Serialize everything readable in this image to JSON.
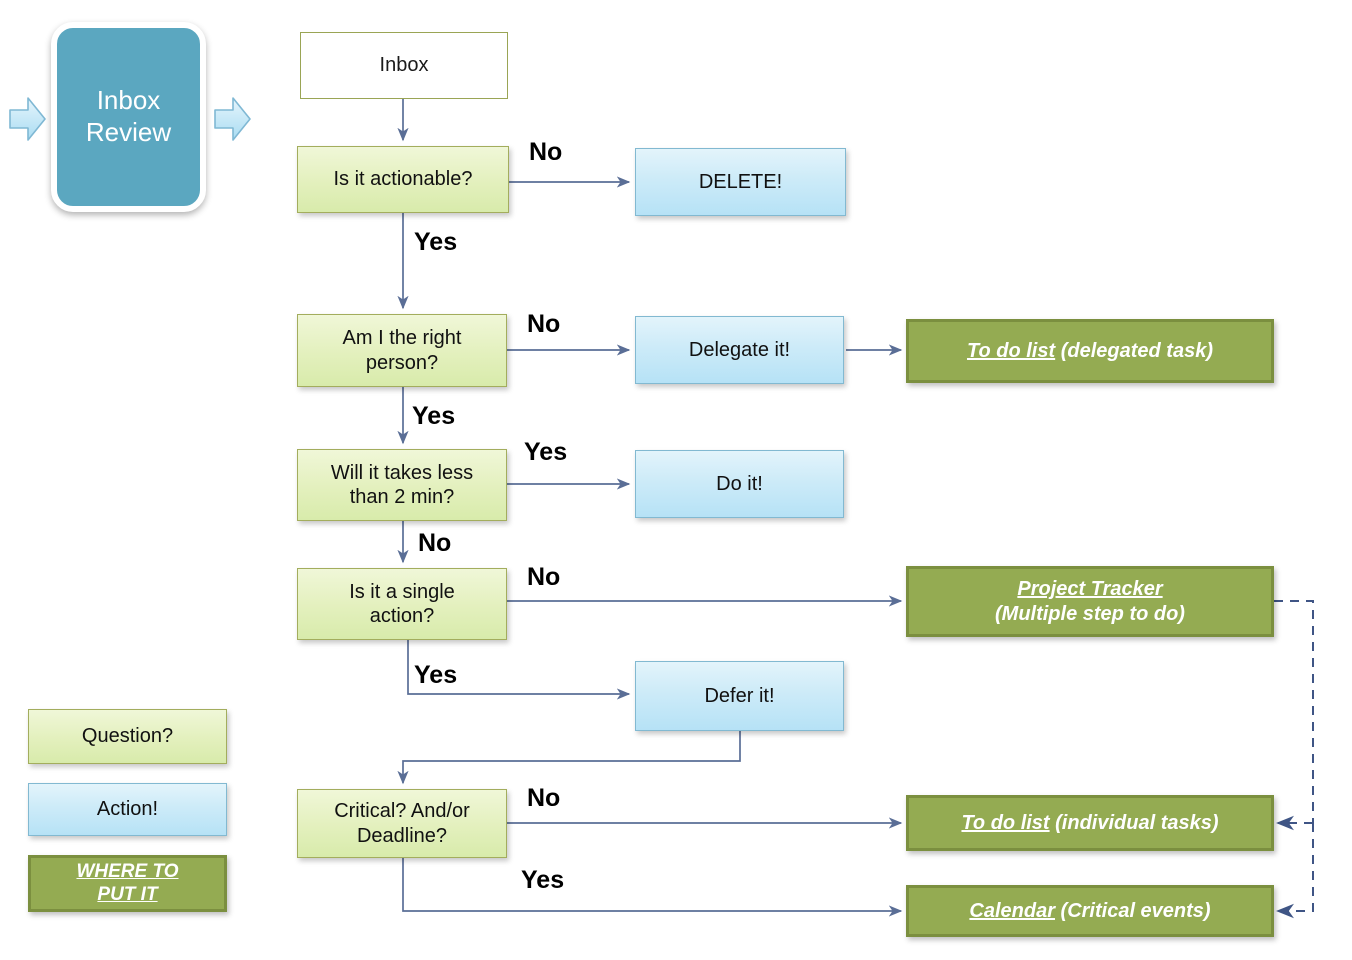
{
  "diagram": {
    "title": "Inbox Review decision flowchart",
    "start": {
      "label": "Inbox\nReview"
    },
    "nodes": {
      "inbox": "Inbox",
      "q_actionable": "Is it actionable?",
      "a_delete": "DELETE!",
      "q_right_person": "Am I the right\nperson?",
      "a_delegate": "Delegate it!",
      "d_todo_delegated_head": "To do list",
      "d_todo_delegated_tail": " (delegated task)",
      "q_two_min": "Will it takes less\nthan 2 min?",
      "a_do_it": "Do it!",
      "q_single_action": "Is it a single\naction?",
      "d_project_tracker_head": "Project Tracker",
      "d_project_tracker_tail": "(Multiple step to do)",
      "a_defer": "Defer it!",
      "q_critical": "Critical? And/or\nDeadline?",
      "d_todo_individual_head": "To do list",
      "d_todo_individual_tail": " (individual tasks)",
      "d_calendar_head": "Calendar",
      "d_calendar_tail": " (Critical events)"
    },
    "edge_labels": {
      "actionable_no": "No",
      "actionable_yes": "Yes",
      "right_person_no": "No",
      "right_person_yes": "Yes",
      "two_min_yes": "Yes",
      "two_min_no": "No",
      "single_action_no": "No",
      "single_action_yes": "Yes",
      "critical_no": "No",
      "critical_yes": "Yes"
    },
    "legend": {
      "question": "Question?",
      "action": "Action!",
      "destination_line1": "WHERE TO",
      "destination_line2": "PUT IT"
    },
    "colors": {
      "start_fill": "#5ba7c0",
      "question_fill": "#e3f0bd",
      "action_fill": "#cdebf8",
      "destination_fill": "#94ab52",
      "destination_border": "#7b8f3f",
      "connector": "#5a6e96",
      "dashed_connector": "#5a6e96",
      "big_arrow_fill": "#bfe4f5"
    }
  }
}
